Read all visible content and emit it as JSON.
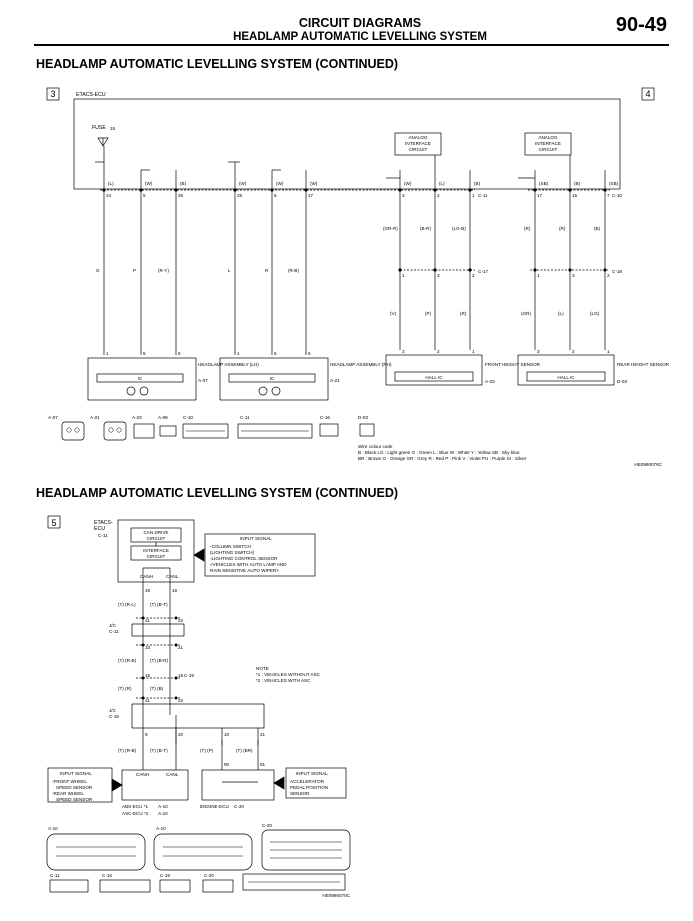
{
  "header": {
    "title": "CIRCUIT DIAGRAMS",
    "subtitle": "HEADLAMP AUTOMATIC LEVELLING SYSTEM",
    "page_number": "90-49"
  },
  "section1": {
    "heading": "HEADLAMP AUTOMATIC LEVELLING SYSTEM (CONTINUED)",
    "sheet_left": "3",
    "sheet_right": "4",
    "ecu_label": "ETACS-ECU",
    "fuse_label": "FUSE",
    "fuse_num": "15",
    "analog_label_1": "ANALOG",
    "analog_label_2": "INTERFACE",
    "analog_label_3": "CIRCUIT",
    "pins_top": [
      "24",
      "5",
      "26",
      "25",
      "6",
      "27",
      "3",
      "2",
      "1",
      "17",
      "15",
      "7"
    ],
    "colors_top": [
      "(L)",
      "(W)",
      "(B)",
      "(W)",
      "(W)",
      "(W)",
      "(W)",
      "(L)",
      "(B)",
      "(SB)",
      "(B)",
      "(SB)"
    ],
    "connector_top_1": "C-11",
    "connector_top_2": "C-10",
    "wires_mid": [
      "(GR-R)",
      "(B-R)",
      "(LG-B)",
      "(R)",
      "(R)",
      "(B)"
    ],
    "wires_low": [
      "G",
      "P",
      "(R-Y)",
      "L",
      "R",
      "(R-B)",
      "(V)",
      "(P)",
      "(R)",
      "(GR)",
      "(L)",
      "(LG)"
    ],
    "conn_mid_pins": [
      "1",
      "3",
      "2",
      "1",
      "3",
      "2"
    ],
    "conn_mid_1": "C-17",
    "conn_mid_2": "C-18",
    "bottom_pins_left": [
      "1",
      "5",
      "6",
      "1",
      "5",
      "6"
    ],
    "bottom_pins_right": [
      "3",
      "2",
      "1",
      "3",
      "2",
      "1"
    ],
    "ic_label": "IC",
    "hall_label": "HALL IC",
    "hl_lh": "HEADLAMP ASSEMBLY (LH)",
    "hl_rh": "HEADLAMP ASSEMBLY (RH)",
    "front_sensor": "FRONT HEIGHT SENSOR",
    "rear_sensor": "REAR HEIGHT SENSOR",
    "conn_lh": "A-07",
    "conn_rh": "A-21",
    "conn_front": "A-23",
    "conn_rear": "D-03",
    "conn_tags": [
      "A-07",
      "A-21",
      "A-23",
      "A-09",
      "C-10",
      "C-11",
      "C-16",
      "D-03"
    ],
    "wire_colour_title": "Wire colour code",
    "wire_colour_line1": "B : Black   LG : Light green   G : Green   L : Blue   W : White   Y : Yellow   SB : Sky blue",
    "wire_colour_line2": "BR : Brown   O : Orange   GR : Grey   R : Red   P : Pink   V : Violet   PU : Purple   SI : Silver",
    "doc_code": "HE0990076C"
  },
  "section2": {
    "heading": "HEADLAMP AUTOMATIC LEVELLING SYSTEM (CONTINUED)",
    "sheet": "5",
    "ecu_label_1": "ETACS-",
    "ecu_label_2": "ECU",
    "ecu_conn": "C-11",
    "can_drive_1": "CAN DRIVE",
    "can_drive_2": "CIRCUIT",
    "iface_1": "INTERFACE",
    "iface_2": "CIRCUIT",
    "canh": "CANH",
    "canl": "CANL",
    "input_signal": "INPUT SIGNAL",
    "input_lines": [
      "-COLUMN SWITCH",
      "(LIGHTING SWITCH)",
      "-LIGHTING CONTROL SENSOR",
      "<VEHICLES WITH AUTO LAMP AND",
      "RAIN SENSITIVE AUTO WIPER>"
    ],
    "pins_a": [
      "19",
      "18"
    ],
    "wires_a": [
      "(T) (R-L)",
      "(T) (B-T)"
    ],
    "jc1_label": "J/C",
    "jc1_conn": "C-11",
    "pins_b": [
      "11",
      "22"
    ],
    "pins_c": [
      "10",
      "21"
    ],
    "wires_b": [
      "(T) (R-B)",
      "(T) (B-R)"
    ],
    "wires_c": [
      "(T) (R)",
      "(T) (B)"
    ],
    "pins_d": [
      "15",
      "16"
    ],
    "conn_d": "C-19",
    "jc2_label": "J/C",
    "jc2_conn": "C-16",
    "pins_e": [
      "11",
      "22"
    ],
    "pins_f": [
      "9",
      "20",
      "10",
      "21"
    ],
    "wires_f": [
      "(T) (R-B)",
      "(T) (B-T)",
      "(T) (P)",
      "(T) (BR)"
    ],
    "pins_g": [
      "90",
      "91"
    ],
    "note_title": "NOTE",
    "note_1": "*1 : VEHICLES WITHOUT ASC",
    "note_2": "*2 : VEHICLES WITH ASC",
    "input_left_title": "INPUT SIGNAL",
    "input_left_lines": [
      "-FRONT WHEEL",
      "SPEED SENSOR",
      "-REAR WHEEL",
      "SPEED SENSOR"
    ],
    "input_right_title": "INPUT SIGNAL",
    "input_right_lines": [
      "ACCELERATOR",
      "PEDAL POSITION",
      "SENSOR"
    ],
    "abs_label": "ABS-ECU *1",
    "asc_label": "ASC-ECU *2",
    "abs_conn": "A-10",
    "asc_conn": "A-10",
    "engine_label": "ENGINE-ECU",
    "engine_conn": "C-20",
    "conn_tags": [
      "A-10",
      "A-10",
      "C-20",
      "C-11",
      "C-16",
      "C-19",
      "C-20"
    ],
    "doc_code": "HE0990070C"
  }
}
